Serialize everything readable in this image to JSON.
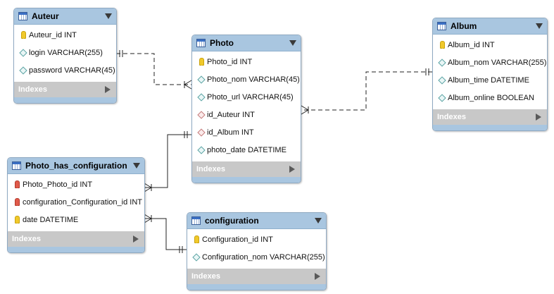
{
  "tables": {
    "auteur": {
      "name": "Auteur",
      "columns": [
        {
          "label": "Auteur_id INT",
          "icon": "primary-key-icon"
        },
        {
          "label": "login VARCHAR(255)",
          "icon": "column-diamond-icon"
        },
        {
          "label": "password VARCHAR(45)",
          "icon": "column-diamond-icon"
        }
      ],
      "indexes_label": "Indexes"
    },
    "photo": {
      "name": "Photo",
      "columns": [
        {
          "label": "Photo_id INT",
          "icon": "primary-key-icon"
        },
        {
          "label": "Photo_nom VARCHAR(45)",
          "icon": "column-diamond-icon"
        },
        {
          "label": "Photo_url VARCHAR(45)",
          "icon": "column-diamond-icon"
        },
        {
          "label": "id_Auteur INT",
          "icon": "foreign-key-diamond-icon"
        },
        {
          "label": "id_Album INT",
          "icon": "foreign-key-diamond-icon"
        },
        {
          "label": "photo_date DATETIME",
          "icon": "column-diamond-icon"
        }
      ],
      "indexes_label": "Indexes"
    },
    "album": {
      "name": "Album",
      "columns": [
        {
          "label": "Album_id INT",
          "icon": "primary-key-icon"
        },
        {
          "label": "Album_nom VARCHAR(255)",
          "icon": "column-diamond-icon"
        },
        {
          "label": "Album_time DATETIME",
          "icon": "column-diamond-icon"
        },
        {
          "label": "Album_online BOOLEAN",
          "icon": "column-diamond-icon"
        }
      ],
      "indexes_label": "Indexes"
    },
    "photo_has_configuration": {
      "name": "Photo_has_configuration",
      "columns": [
        {
          "label": "Photo_Photo_id INT",
          "icon": "foreign-key-icon"
        },
        {
          "label": "configuration_Configuration_id INT",
          "icon": "foreign-key-icon"
        },
        {
          "label": "date DATETIME",
          "icon": "primary-key-icon"
        }
      ],
      "indexes_label": "Indexes"
    },
    "configuration": {
      "name": "configuration",
      "columns": [
        {
          "label": "Configuration_id INT",
          "icon": "primary-key-icon"
        },
        {
          "label": "Configuration_nom VARCHAR(255)",
          "icon": "column-diamond-icon"
        }
      ],
      "indexes_label": "Indexes"
    }
  },
  "relationships": [
    {
      "from": "auteur",
      "to": "photo",
      "style": "dashed",
      "from_end": "one",
      "to_end": "many"
    },
    {
      "from": "album",
      "to": "photo",
      "style": "dashed",
      "from_end": "one",
      "to_end": "many"
    },
    {
      "from": "photo",
      "to": "photo_has_configuration",
      "style": "solid",
      "from_end": "one",
      "to_end": "many"
    },
    {
      "from": "configuration",
      "to": "photo_has_configuration",
      "style": "solid",
      "from_end": "one",
      "to_end": "many"
    }
  ],
  "colors": {
    "header": "#a9c6e0",
    "indexes_bar": "#c8c8c8",
    "line": "#222222"
  }
}
